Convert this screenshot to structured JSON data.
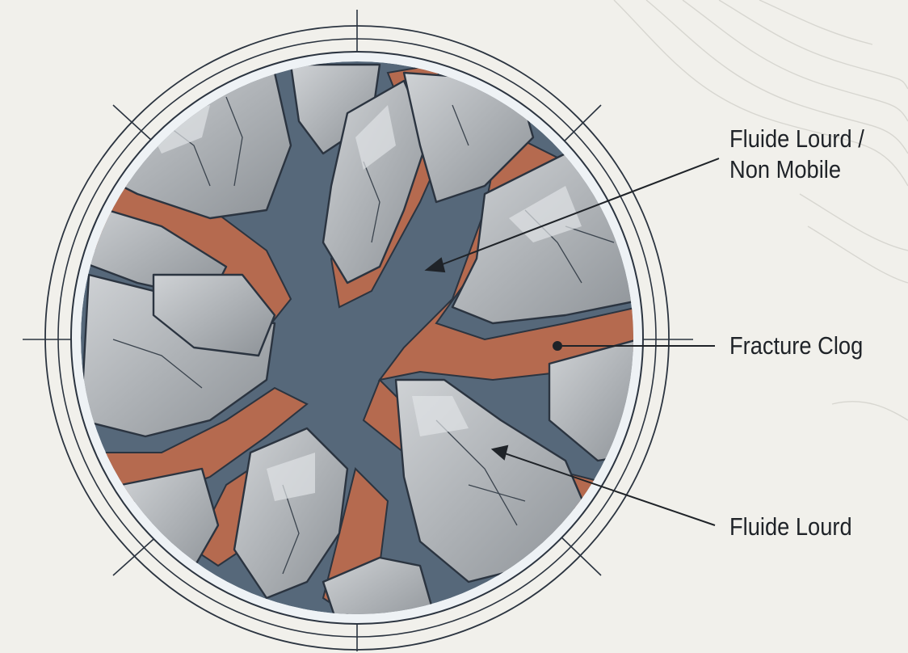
{
  "diagram": {
    "labels": {
      "heavy_fluid_non_mobile": {
        "line1": "Fluide Lourd /",
        "line2": "Non Mobile"
      },
      "fracture_clog": "Fracture Clog",
      "heavy_fluid": "Fluide Lourd"
    },
    "colors": {
      "background": "#f1f0eb",
      "rock": "#a9adb2",
      "rock_highlight": "#c8cbce",
      "fracture_fluid": "#56687a",
      "clog_rim": "#b56a4f",
      "outline": "#2b3440"
    }
  }
}
